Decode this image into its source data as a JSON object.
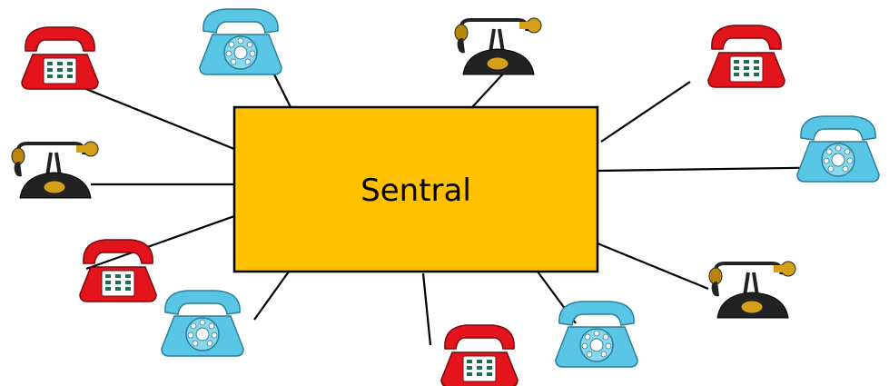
{
  "diagram": {
    "hub": {
      "label": "Sentral",
      "fill": "#FFC000",
      "stroke": "#000000"
    },
    "phones": [
      {
        "name": "phone-red-top-left",
        "style": "modern",
        "color": "#E3141B"
      },
      {
        "name": "phone-blue-top",
        "style": "rotary",
        "color": "#59C6E6"
      },
      {
        "name": "phone-antique-top",
        "style": "antique",
        "color": "#222222"
      },
      {
        "name": "phone-red-top-right",
        "style": "modern",
        "color": "#E3141B"
      },
      {
        "name": "phone-antique-left",
        "style": "antique",
        "color": "#222222"
      },
      {
        "name": "phone-blue-right",
        "style": "rotary",
        "color": "#59C6E6"
      },
      {
        "name": "phone-red-left",
        "style": "modern",
        "color": "#E3141B"
      },
      {
        "name": "phone-blue-bottom-left",
        "style": "rotary",
        "color": "#59C6E6"
      },
      {
        "name": "phone-red-bottom",
        "style": "modern",
        "color": "#E3141B"
      },
      {
        "name": "phone-blue-bottom-right",
        "style": "rotary",
        "color": "#59C6E6"
      },
      {
        "name": "phone-antique-right",
        "style": "antique",
        "color": "#222222"
      }
    ],
    "connection_color": "#000000"
  }
}
